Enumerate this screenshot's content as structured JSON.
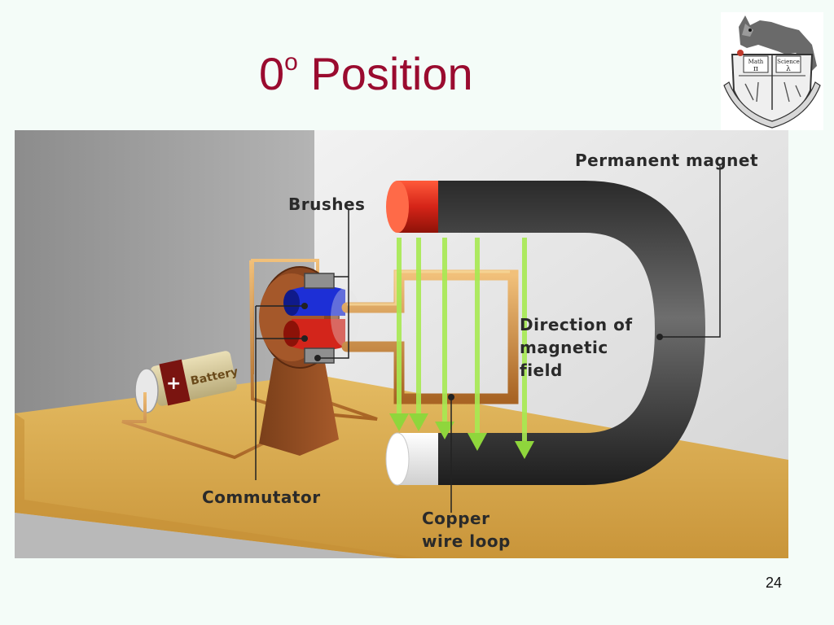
{
  "slide": {
    "title_main": "0",
    "title_sup": "o",
    "title_rest": " Position",
    "page_number": "24"
  },
  "logo": {
    "left_label": "Math",
    "right_label": "Science",
    "left_symbol": "π",
    "right_symbol": "λ"
  },
  "figure": {
    "labels": {
      "permanent_magnet": "Permanent magnet",
      "brushes": "Brushes",
      "direction_line1": "Direction of",
      "direction_line2": "magnetic",
      "direction_line3": "field",
      "commutator": "Commutator",
      "copper_line1": "Copper",
      "copper_line2": "wire loop",
      "battery": "Battery",
      "battery_sign": "+"
    }
  },
  "colors": {
    "title": "#9a0b2f",
    "background": "#f4fcf8",
    "magnet_body": "#3a3a3a",
    "magnet_north": "#d52418",
    "magnet_south": "#f2f2f2",
    "field_arrows": "#9de24a",
    "copper": "#c9853f",
    "commutator_blue": "#1d2fd6",
    "commutator_red": "#d3251b",
    "wood": "#d9ad4f"
  }
}
